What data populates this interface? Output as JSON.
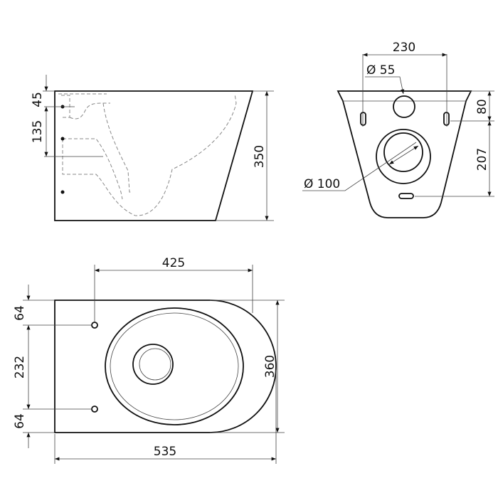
{
  "side_view": {
    "dim_top": "45",
    "dim_mid": "135",
    "dim_height": "350"
  },
  "front_view": {
    "dim_width": "230",
    "dim_inlet": "Ø 55",
    "dim_outlet": "Ø 100",
    "dim_top": "80",
    "dim_bottom": "207"
  },
  "top_view": {
    "dim_holes": "425",
    "dim_width": "360",
    "dim_length": "535",
    "dim_top": "64",
    "dim_mid": "232",
    "dim_bottom": "64"
  },
  "colors": {
    "line": "#111111",
    "hidden": "#888888"
  }
}
